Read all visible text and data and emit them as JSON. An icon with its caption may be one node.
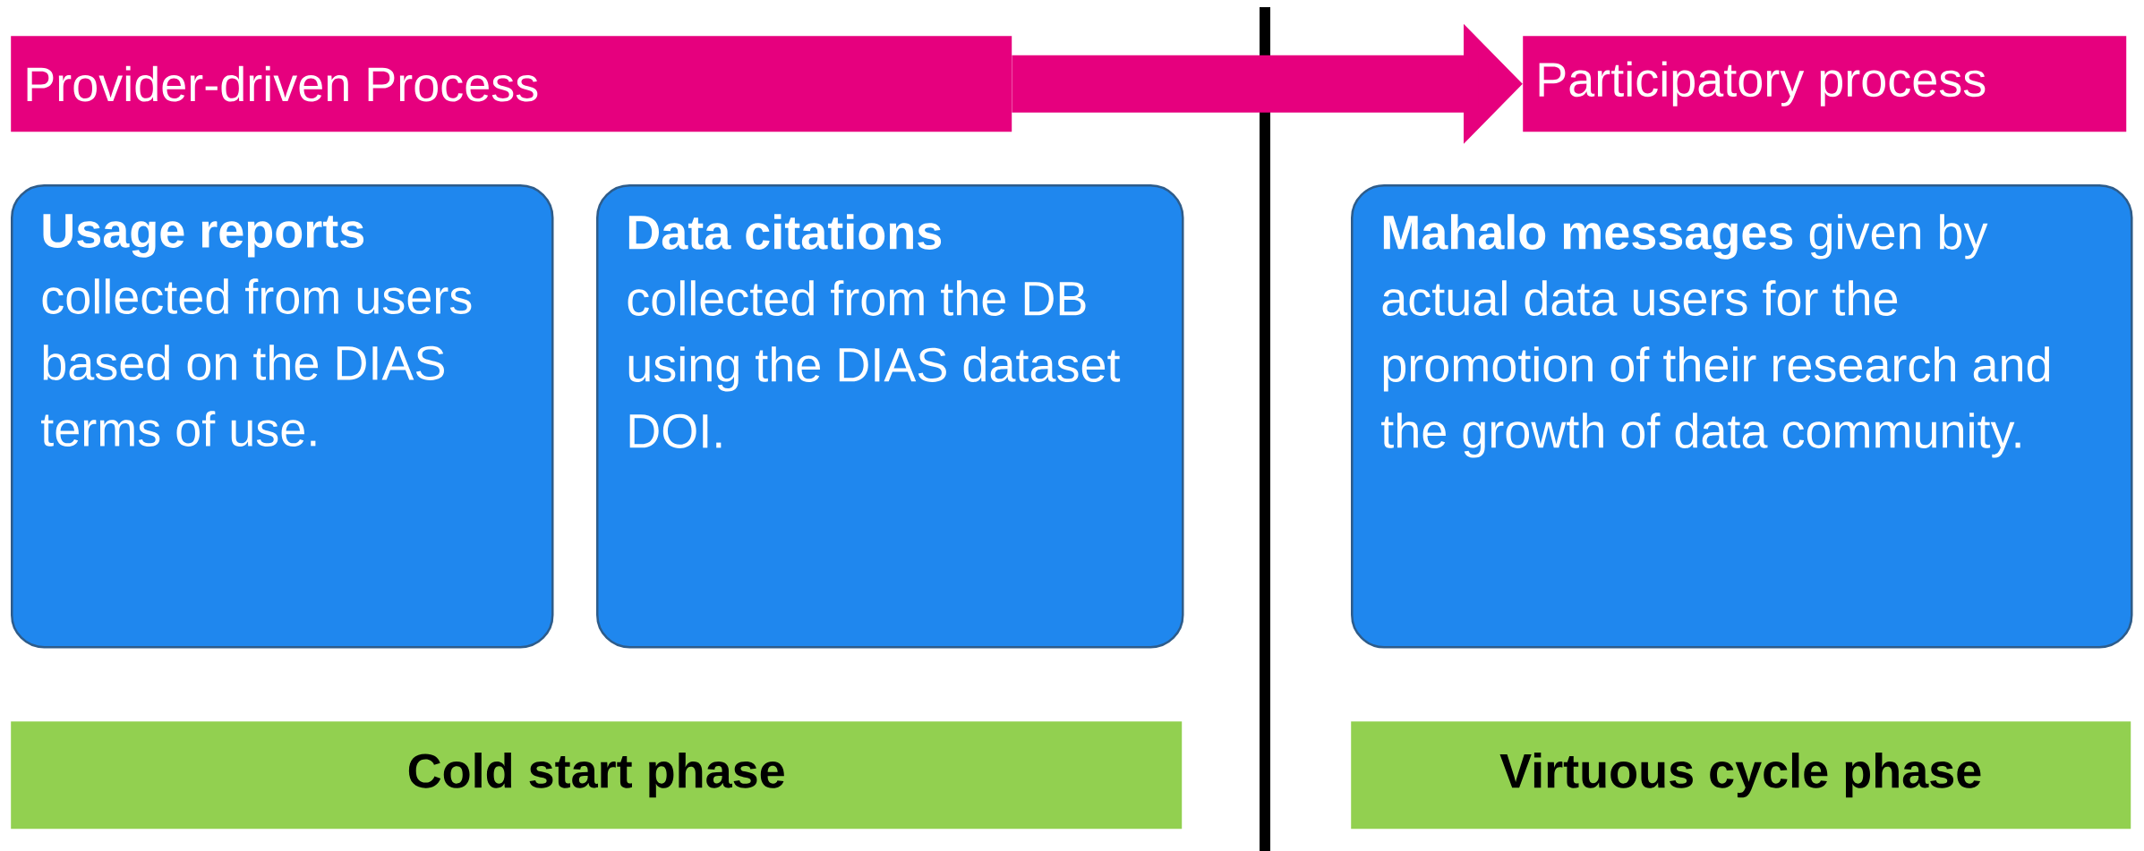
{
  "diagram": {
    "nodes": [
      {
        "text": [
          "Provider-driven Process"
        ]
      },
      {
        "text": [
          "Participatory process"
        ]
      },
      {
        "text": [
          "Usage reports",
          "collected from users based on the DIAS terms of use."
        ]
      },
      {
        "text": [
          "Data citations",
          "collected from the DB using the DIAS dataset DOI."
        ]
      },
      {
        "text": [
          "**Mahalo messages** given by actual data users for the promotion of their research and the growth of data community."
        ]
      },
      {
        "text": [
          "Cold start phase"
        ]
      },
      {
        "text": [
          "Virtuous cycle phase"
        ]
      }
    ],
    "edges": [
      {
        "from": 0,
        "to": 1,
        "arrow": "to",
        "color": "#e6007e"
      }
    ]
  }
}
